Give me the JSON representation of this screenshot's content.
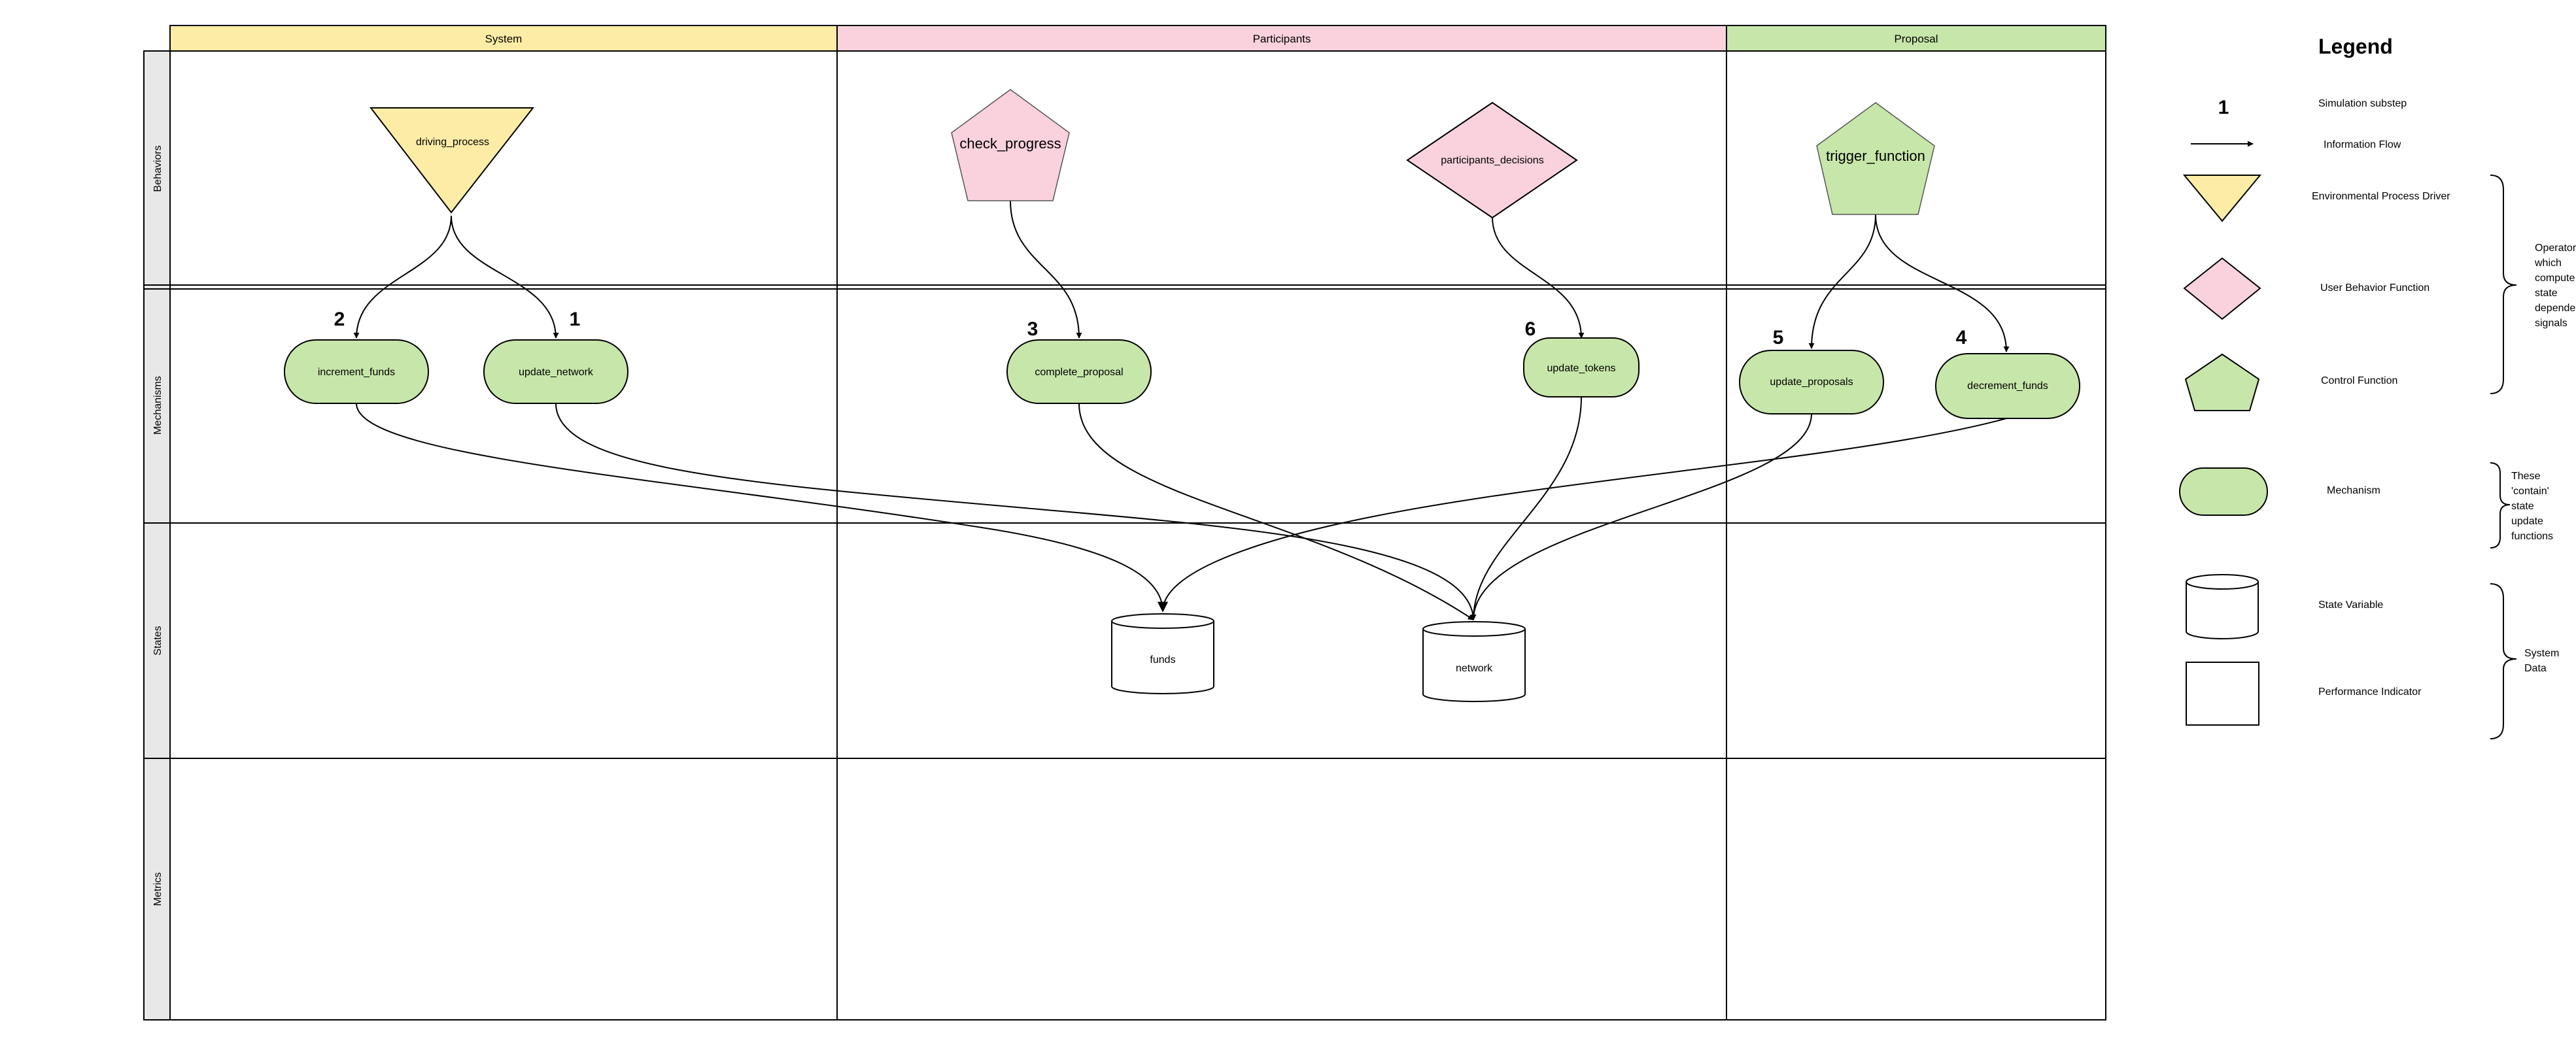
{
  "columns": {
    "system": {
      "label": "System",
      "color": "#FDECA6"
    },
    "participants": {
      "label": "Participants",
      "color": "#F9D2DE"
    },
    "proposal": {
      "label": "Proposal",
      "color": "#C7E6AA"
    }
  },
  "rows": {
    "behaviors": "Behaviors",
    "mechanisms": "Mechanisms",
    "states": "States",
    "metrics": "Metrics"
  },
  "behaviors": {
    "driving_process": "driving_process",
    "check_progress": "check_progress",
    "participants_decisions": "participants_decisions",
    "trigger_function": "trigger_function"
  },
  "mechanisms": {
    "increment_funds": "increment_funds",
    "update_network": "update_network",
    "complete_proposal": "complete_proposal",
    "update_tokens": "update_tokens",
    "update_proposals": "update_proposals",
    "decrement_funds": "decrement_funds"
  },
  "substeps": {
    "increment_funds": "2",
    "update_network": "1",
    "complete_proposal": "3",
    "update_tokens": "6",
    "update_proposals": "5",
    "decrement_funds": "4"
  },
  "states": {
    "funds": "funds",
    "network": "network"
  },
  "legend": {
    "title": "Legend",
    "substep_number": "1",
    "substep": "Simulation substep",
    "information_flow": "Information Flow",
    "environmental_process_driver": "Environmental Process Driver",
    "user_behavior_function": "User Behavior Function",
    "control_function": "Control Function",
    "mechanism": "Mechanism",
    "state_variable": "State Variable",
    "performance_indicator": "Performance Indicator",
    "operators_note": [
      "Operators",
      "which",
      "compute",
      "state",
      "dependent",
      "signals"
    ],
    "mechanism_note": [
      "These",
      "'contain'",
      "state",
      "update",
      "functions"
    ],
    "system_data_note": [
      "System",
      "Data"
    ]
  },
  "colors": {
    "yellow": "#FDECA6",
    "pink": "#F9D2DE",
    "green": "#C7E6AA",
    "row_header": "#E8E8E8",
    "line": "#000000"
  },
  "icons": {
    "triangle": "environmental-process-triangle-icon",
    "diamond": "user-behavior-diamond-icon",
    "pentagon": "control-function-pentagon-icon",
    "pill": "mechanism-pill-icon",
    "cylinder": "state-variable-cylinder-icon",
    "square": "performance-indicator-square-icon"
  }
}
